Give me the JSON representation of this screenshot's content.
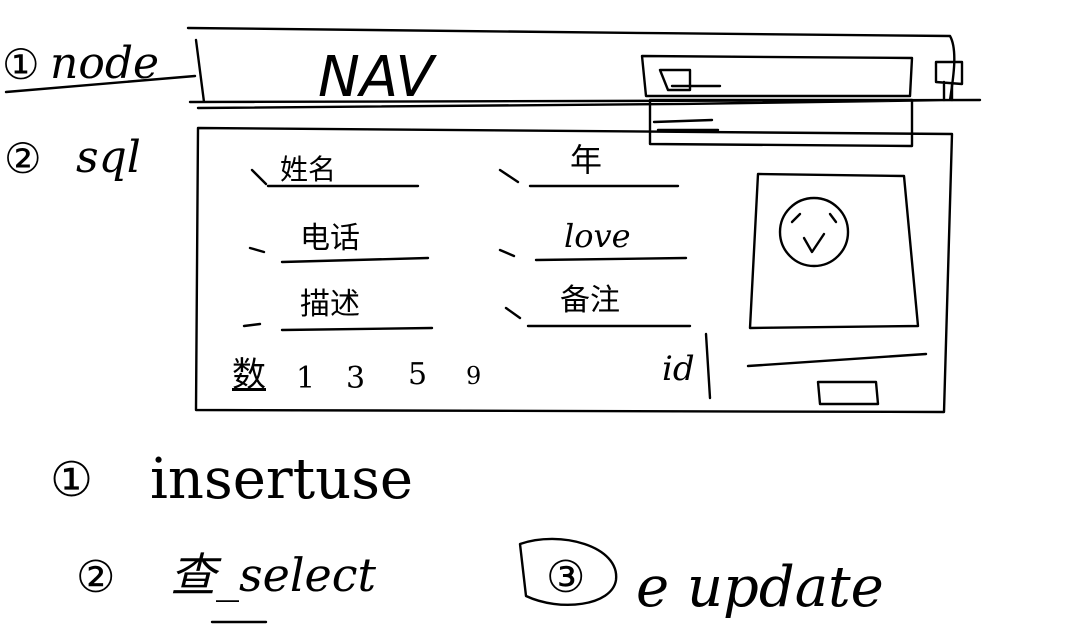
{
  "sketch": {
    "labels": {
      "item1_marker": "①",
      "item1_text": "node",
      "item2_marker": "②",
      "item2_text": "sql",
      "nav_title": "NAV"
    },
    "form": {
      "fields": [
        {
          "label": "姓名"
        },
        {
          "label": "年"
        },
        {
          "label": "电话"
        },
        {
          "label": "love"
        },
        {
          "label": "描述"
        },
        {
          "label": "备注"
        }
      ],
      "row_labels": [
        "数",
        "1",
        "3",
        "5",
        "9"
      ],
      "id_label": "id"
    },
    "footer": {
      "item1_marker": "①",
      "item1_text": "insertuse",
      "item2_marker": "②",
      "item2_text": "查_select",
      "item3_marker": "③",
      "item3_text": "e update"
    }
  }
}
